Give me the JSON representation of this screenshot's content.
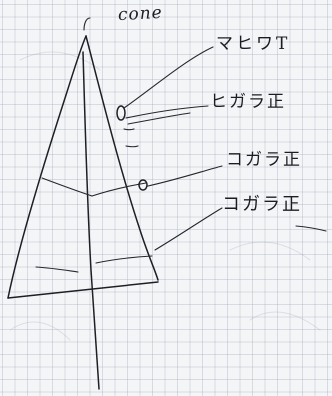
{
  "diagram": {
    "labels": {
      "top": "cone",
      "first": "マヒワT",
      "second": "ヒガラ正",
      "third": "コガラ正",
      "fourth": "コガラ正"
    }
  }
}
